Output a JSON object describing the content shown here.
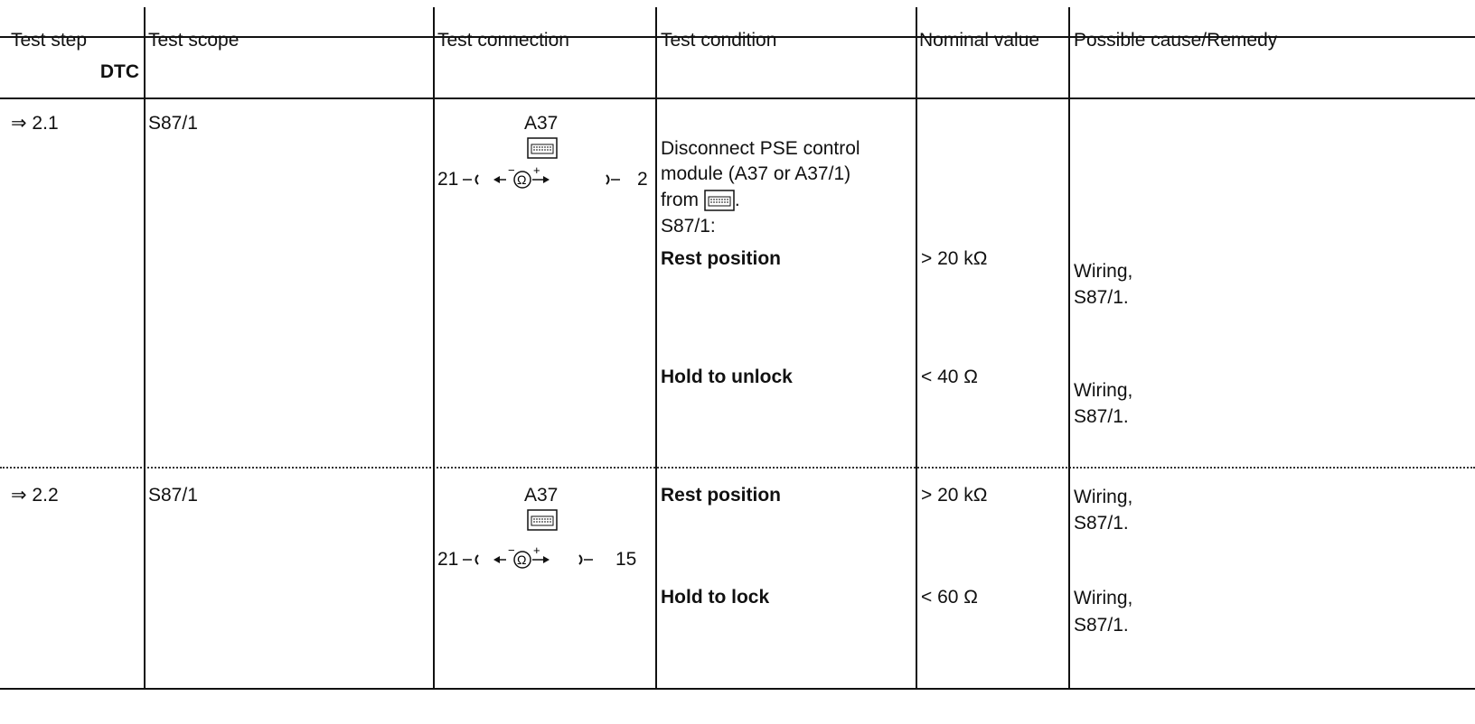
{
  "header": {
    "col1": "Test step",
    "col1_sub": "DTC",
    "col2": "Test scope",
    "col3": "Test connection",
    "col4": "Test condition",
    "col5": "Nominal value",
    "col6": "Possible cause/Remedy"
  },
  "rows": [
    {
      "step": "⇒ 2.1",
      "scope": "S87/1",
      "connection": {
        "module": "A37",
        "pin_left": "21",
        "pin_right": "2",
        "meter": "Ω"
      },
      "condition_intro": [
        "Disconnect PSE control",
        "module (A37 or A37/1)",
        "from",
        "S87/1:"
      ],
      "checks": [
        {
          "condition": "Rest position",
          "nominal": "> 20 kΩ",
          "remedy": [
            "Wiring,",
            "S87/1."
          ]
        },
        {
          "condition": "Hold to unlock",
          "nominal": "< 40 Ω",
          "remedy": [
            "Wiring,",
            "S87/1."
          ]
        }
      ]
    },
    {
      "step": "⇒ 2.2",
      "scope": "S87/1",
      "connection": {
        "module": "A37",
        "pin_left": "21",
        "pin_right": "15",
        "meter": "Ω"
      },
      "checks": [
        {
          "condition": "Rest position",
          "nominal": "> 20 kΩ",
          "remedy": [
            "Wiring,",
            "S87/1."
          ]
        },
        {
          "condition": "Hold to lock",
          "nominal": "< 60 Ω",
          "remedy": [
            "Wiring,",
            "S87/1."
          ]
        }
      ]
    }
  ]
}
